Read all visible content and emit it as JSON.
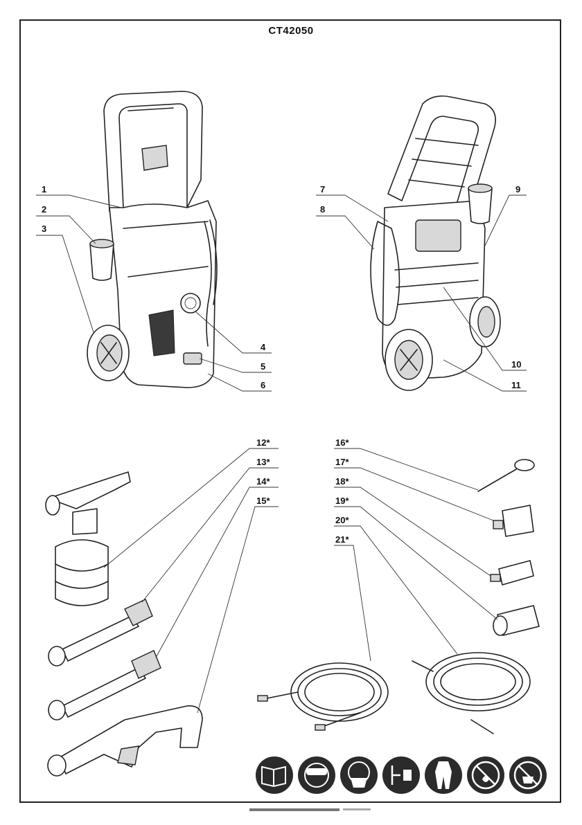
{
  "title": "CT42050",
  "labels": [
    "1",
    "2",
    "3",
    "4",
    "5",
    "6",
    "7",
    "8",
    "9",
    "10",
    "11",
    "12*",
    "13*",
    "14*",
    "15*",
    "16*",
    "17*",
    "18*",
    "19*",
    "20*",
    "21*"
  ],
  "icons": [
    "read-manual-icon",
    "safety-goggles-icon",
    "dust-mask-icon",
    "unplug-icon",
    "protective-clothing-icon",
    "no-frost-icon",
    "no-drinking-water-icon"
  ],
  "colors": {
    "line": "#222222",
    "icon_bg": "#2b2b2b",
    "icon_fg": "#ffffff"
  }
}
